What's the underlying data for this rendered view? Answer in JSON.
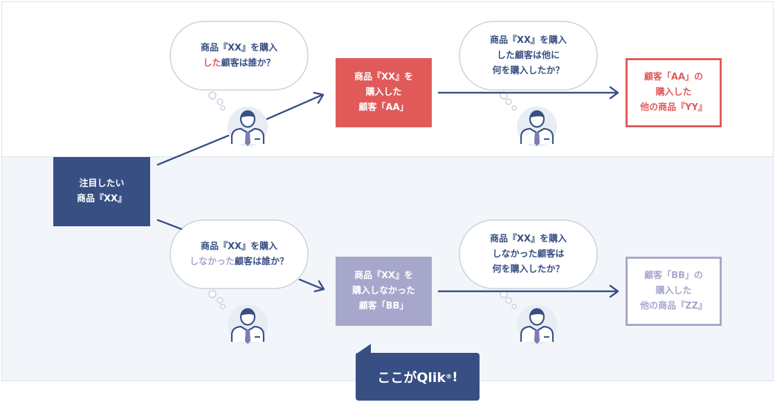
{
  "nodes": {
    "focus_product": [
      "注目したい",
      "商品『XX』"
    ],
    "customer_aa": [
      "商品『XX』を",
      "購入した",
      "顧客「AA」"
    ],
    "customer_bb": [
      "商品『XX』を",
      "購入しなかった",
      "顧客「BB」"
    ],
    "product_yy": [
      "顧客「AA」の",
      "購入した",
      "他の商品『YY』"
    ],
    "product_zz": [
      "顧客「BB」の",
      "購入した",
      "他の商品『ZZ』"
    ]
  },
  "questions": {
    "q1": {
      "line1": "商品『XX』を購入",
      "line2_highlight": "した",
      "line2_rest": "顧客は誰か？"
    },
    "q2": [
      "商品『XX』を購入",
      "した顧客は他に",
      "何を購入したか？"
    ],
    "q3": {
      "line1": "商品『XX』を購入",
      "line2_highlight": "しなかった",
      "line2_rest": "顧客は誰か？"
    },
    "q4": [
      "商品『XX』を購入",
      "しなかった顧客は",
      "何を購入したか？"
    ]
  },
  "callout": {
    "text": "ここがQlik",
    "mark": "®",
    "suffix": "!"
  },
  "colors": {
    "navy": "#374f83",
    "red": "#e05a5a",
    "lavender": "#a6a7ca",
    "panel_bg": "#f2f6fa"
  },
  "icons": [
    "person-icon",
    "thought-bubble-icon",
    "arrow-icon"
  ]
}
